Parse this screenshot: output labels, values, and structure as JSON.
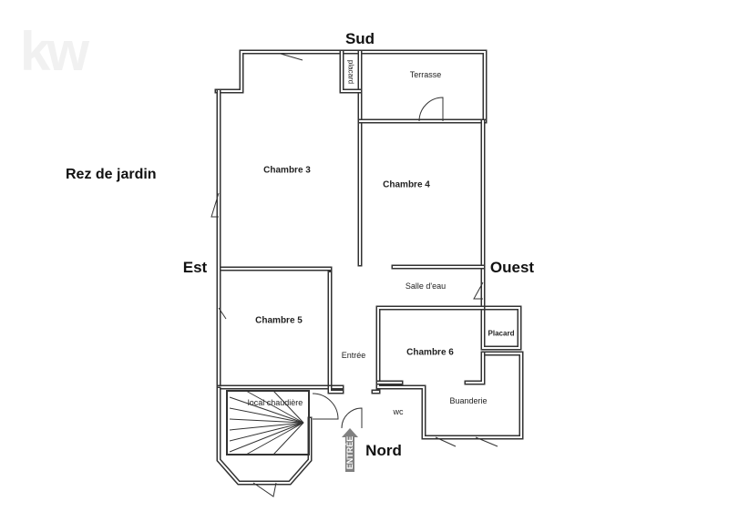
{
  "logo": "kw",
  "title": "Rez de jardin",
  "orientation": {
    "north": "Nord",
    "south": "Sud",
    "east": "Est",
    "west": "Ouest"
  },
  "rooms": {
    "chambre3": "Chambre 3",
    "chambre4": "Chambre 4",
    "chambre5": "Chambre 5",
    "chambre6": "Chambre 6",
    "terrasse": "Terrasse",
    "placard_top": "placard",
    "placard": "Placard",
    "salle_eau": "Salle d'eau",
    "entree_room": "Entrée",
    "local": "local chaudière",
    "wc": "wc",
    "buanderie": "Buanderie"
  },
  "entrance_label": "ENTRÉE",
  "colors": {
    "wall": "#333333",
    "arrow": "#808080"
  }
}
